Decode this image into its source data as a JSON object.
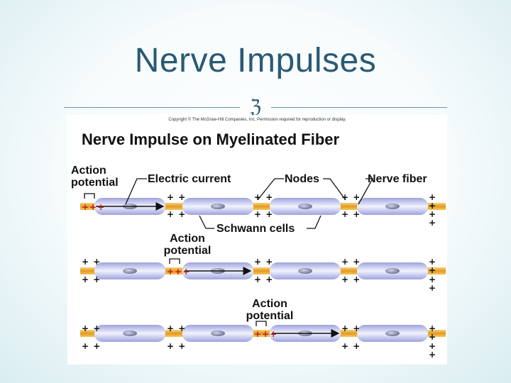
{
  "slide": {
    "title": "Nerve Impulses",
    "ornament_icon": "fancy-z-ornament",
    "ornament_glyph": "ℨ"
  },
  "figure": {
    "copyright": "Copyright © The McGraw-Hill Companies, Inc. Permission required for reproduction or display.",
    "title": "Nerve Impulse on Myelinated Fiber",
    "labels": {
      "action_potential_1_line1": "Action",
      "action_potential_1_line2": "potential",
      "electric_current": "Electric current",
      "nodes": "Nodes",
      "nerve_fiber": "Nerve fiber",
      "schwann_cells": "Schwann cells",
      "action_potential_2_line1": "Action",
      "action_potential_2_line2": "potential",
      "action_potential_3_line1": "Action",
      "action_potential_3_line2": "potential"
    },
    "charge_plus": "+ +",
    "charge_active": "+++",
    "colors": {
      "axon": "#e8a028",
      "schwann": "#b8bce6",
      "nucleus": "#8a8fb0"
    }
  }
}
